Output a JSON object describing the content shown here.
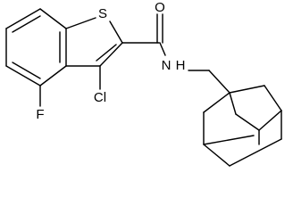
{
  "atom_labels": {
    "sulfur": "S",
    "oxygen": "O",
    "amide_nitrogen": "N",
    "amide_hydrogen": "H",
    "fluorine": "F",
    "chlorine": "Cl"
  },
  "colors": {
    "background": "#ffffff",
    "ink": "#000000"
  }
}
